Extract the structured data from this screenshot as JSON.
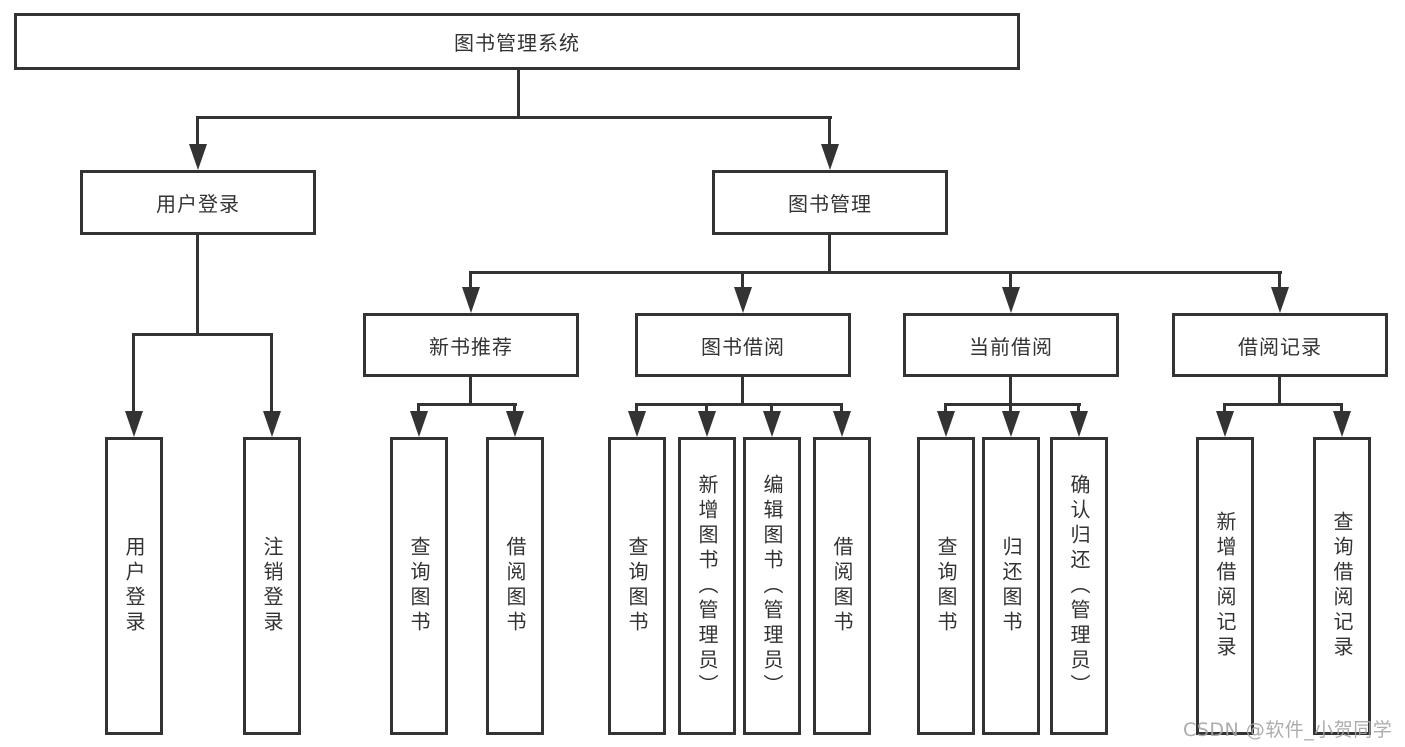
{
  "tree": {
    "root": {
      "label": "图书管理系统",
      "children": [
        {
          "label": "用户登录",
          "children": [
            {
              "label": "用户登录"
            },
            {
              "label": "注销登录"
            }
          ]
        },
        {
          "label": "图书管理",
          "children": [
            {
              "label": "新书推荐",
              "children": [
                {
                  "label": "查询图书"
                },
                {
                  "label": "借阅图书"
                }
              ]
            },
            {
              "label": "图书借阅",
              "children": [
                {
                  "label": "查询图书"
                },
                {
                  "label": "新增图书（管理员）"
                },
                {
                  "label": "编辑图书（管理员）"
                },
                {
                  "label": "借阅图书"
                }
              ]
            },
            {
              "label": "当前借阅",
              "children": [
                {
                  "label": "查询图书"
                },
                {
                  "label": "归还图书"
                },
                {
                  "label": "确认归还（管理员）"
                }
              ]
            },
            {
              "label": "借阅记录",
              "children": [
                {
                  "label": "新增借阅记录"
                },
                {
                  "label": "查询借阅记录"
                }
              ]
            }
          ]
        }
      ]
    }
  },
  "watermark": "CSDN @软件_小贺同学",
  "colors": {
    "line": "#333333",
    "text": "#333333",
    "background": "#ffffff",
    "watermark": "#a4a4a4"
  }
}
